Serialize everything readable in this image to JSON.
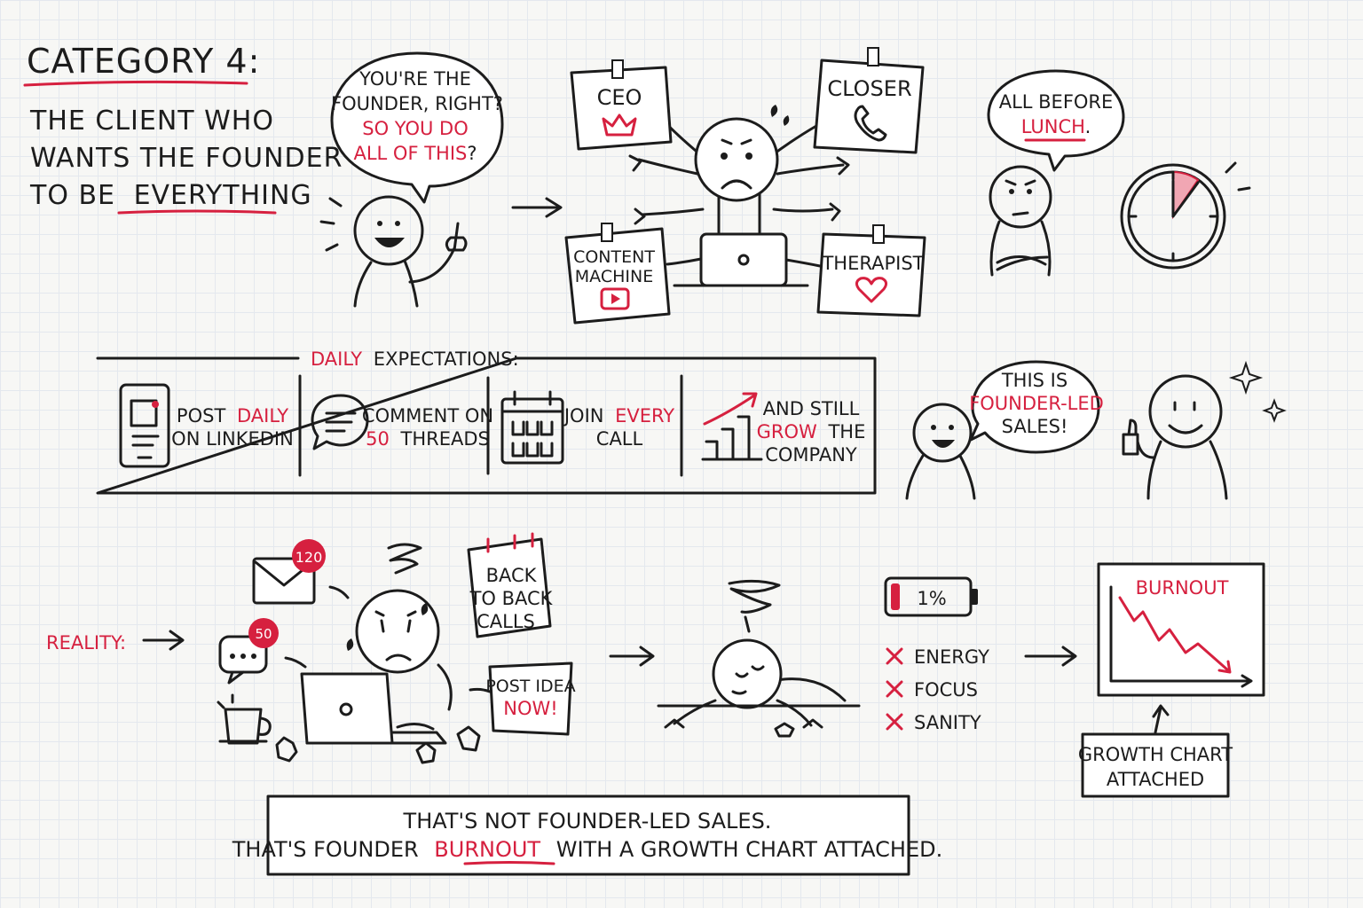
{
  "header": {
    "category": "CATEGORY 4:",
    "line1": "THE CLIENT WHO",
    "line2": "WANTS THE FOUNDER",
    "line3_prefix": "TO BE",
    "line3_emph": "EVERYTHING"
  },
  "client_bubble": {
    "line1": "YOU'RE THE",
    "line2": "FOUNDER, RIGHT?",
    "line3": "SO YOU DO",
    "line4": "ALL OF THIS",
    "line4_end": "?"
  },
  "roles": {
    "ceo": "CEO",
    "closer": "CLOSER",
    "content_line1": "CONTENT",
    "content_line2": "MACHINE",
    "therapist": "THERAPIST"
  },
  "lunch_bubble": {
    "line1": "ALL BEFORE",
    "line2": "LUNCH",
    "line2_end": "."
  },
  "expectations": {
    "label_emph": "DAILY",
    "label_rest": "EXPECTATIONS:",
    "items": [
      {
        "l1_a": "POST",
        "l1_b": "DAILY",
        "l2": "ON LINKEDIN"
      },
      {
        "l1": "COMMENT ON",
        "l2_a": "50",
        "l2_b": "THREADS"
      },
      {
        "l1_a": "JOIN",
        "l1_b": "EVERY",
        "l2": "CALL"
      },
      {
        "l1": "AND STILL",
        "l2_a": "GROW",
        "l2_b": "THE",
        "l3": "COMPANY"
      }
    ]
  },
  "founder_led_bubble": {
    "line1": "THIS IS",
    "line2": "FOUNDER-LED",
    "line3": "SALES!"
  },
  "reality": {
    "label": "REALITY:",
    "email_badge": "120",
    "chat_badge": "50",
    "calendar_line1": "BACK",
    "calendar_line2": "TO BACK",
    "calendar_line3": "CALLS",
    "note_line1": "POST IDEA",
    "note_line2": "NOW!"
  },
  "battery": {
    "label": "1%",
    "level": 0.01
  },
  "losses": [
    "ENERGY",
    "FOCUS",
    "SANITY"
  ],
  "burnout_chart": {
    "title": "BURNOUT",
    "caption_line1": "GROWTH CHART",
    "caption_line2": "ATTACHED"
  },
  "conclusion": {
    "line1": "THAT'S NOT FOUNDER-LED SALES.",
    "line2_a": "THAT'S FOUNDER",
    "line2_emph": "BURNOUT",
    "line2_b": "WITH A GROWTH CHART ATTACHED."
  },
  "colors": {
    "ink": "#1c1c1c",
    "accent_red": "#d6203f",
    "paper": "#ffffff",
    "grid": "#e4e8ee"
  }
}
